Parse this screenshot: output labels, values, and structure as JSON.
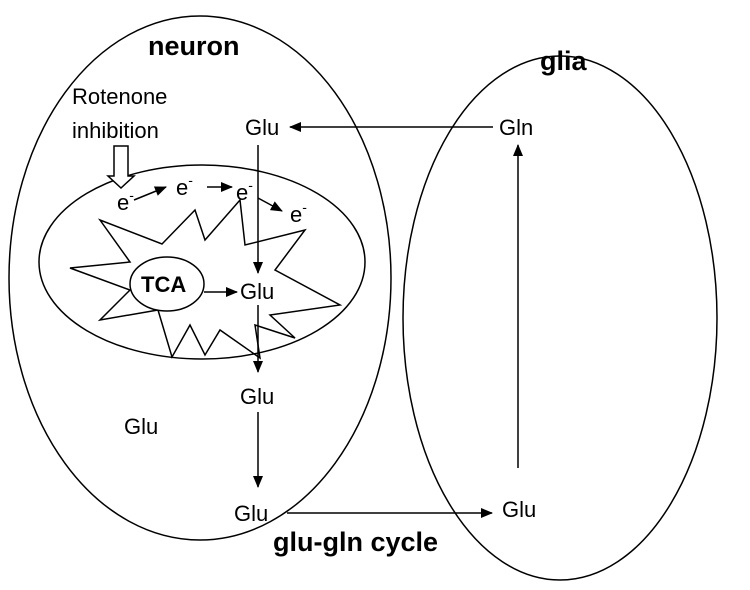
{
  "labels": {
    "neuron": "neuron",
    "glia": "glia",
    "rotenone_line1": "Rotenone",
    "rotenone_line2": "inhibition",
    "tca": "TCA",
    "glu_mito": "Glu",
    "glu_top": "Glu",
    "gln_glia": "Gln",
    "glu_mid": "Glu",
    "glu_cytosol": "Glu",
    "glu_bottom": "Glu",
    "glu_glia": "Glu",
    "cycle": "glu-gln cycle",
    "electron": "e",
    "electron_charge": "-"
  }
}
